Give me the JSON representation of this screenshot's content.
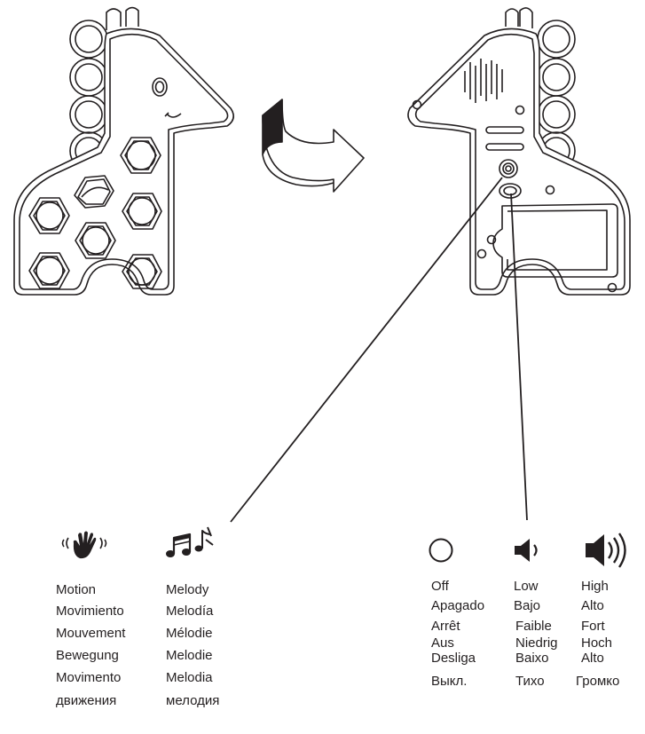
{
  "colors": {
    "ink": "#231f20",
    "paper": "#ffffff"
  },
  "illustrations": {
    "front": "giraffe-toy-front",
    "back": "giraffe-toy-back",
    "flip": "curved-flip-arrow"
  },
  "modes": {
    "motion": {
      "icon": "hand-motion-icon",
      "labels": [
        "Motion",
        "Movimiento",
        "Mouvement",
        "Bewegung",
        "Movimento",
        "движения"
      ]
    },
    "melody": {
      "icon": "music-notes-icon",
      "labels": [
        "Melody",
        "Melodía",
        "Mélodie",
        "Melodie",
        "Melodia",
        "мелодия"
      ]
    }
  },
  "volume": {
    "off": {
      "icon": "off-circle-icon",
      "labels": [
        "Off",
        "Apagado",
        "Arrêt",
        "Aus",
        "Desliga",
        "Выкл."
      ]
    },
    "low": {
      "icon": "speaker-low-icon",
      "labels": [
        "Low",
        "Bajo",
        "Faible",
        "Niedrig",
        "Baixo",
        "Тихо"
      ]
    },
    "high": {
      "icon": "speaker-high-icon",
      "labels": [
        "High",
        "Alto",
        "Fort",
        "Hoch",
        "Alto",
        "Громко"
      ]
    }
  }
}
